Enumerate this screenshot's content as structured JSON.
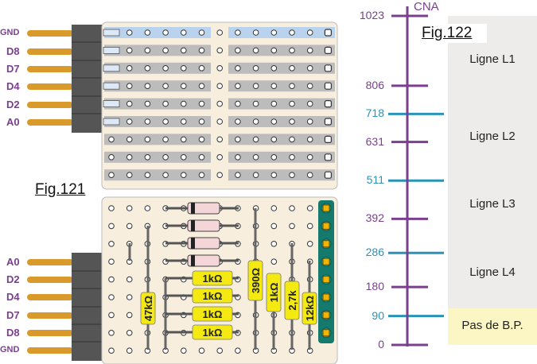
{
  "fig121": {
    "title": "Fig.121",
    "top_pins": [
      "GND",
      "D8",
      "D7",
      "D4",
      "D2",
      "A0"
    ],
    "bottom_pins": [
      "A0",
      "D2",
      "D4",
      "D7",
      "D8",
      "GND"
    ],
    "resistors_horizontal": [
      "1kΩ",
      "1kΩ",
      "1kΩ",
      "1kΩ"
    ],
    "resistors_vertical": [
      "47kΩ",
      "390Ω",
      "1kΩ",
      "2,7k",
      "12kΩ"
    ]
  },
  "fig122": {
    "title": "Fig.122",
    "axis_title": "CNA",
    "ticks": [
      {
        "value": "1023",
        "color": "#7b3f8f"
      },
      {
        "value": "806",
        "color": "#7b3f8f"
      },
      {
        "value": "718",
        "color": "#2a93b8"
      },
      {
        "value": "631",
        "color": "#7b3f8f"
      },
      {
        "value": "511",
        "color": "#2a93b8"
      },
      {
        "value": "392",
        "color": "#7b3f8f"
      },
      {
        "value": "286",
        "color": "#2a93b8"
      },
      {
        "value": "180",
        "color": "#7b3f8f"
      },
      {
        "value": "90",
        "color": "#2a93b8"
      },
      {
        "value": "0",
        "color": "#7b3f8f"
      }
    ],
    "zones": [
      "Ligne L1",
      "Ligne L2",
      "Ligne L3",
      "Ligne L4",
      "Pas de B.P."
    ]
  },
  "colors": {
    "purple": "#7b3f8f",
    "teal": "#2a93b8",
    "board": "#f7eedd",
    "strip_grey": "#bcbcbc",
    "strip_blue": "#b9d2ee",
    "zone_grey": "#eeeceb",
    "zone_yellow": "#fbf6c4",
    "resistor_yellow": "#f4ea12"
  }
}
